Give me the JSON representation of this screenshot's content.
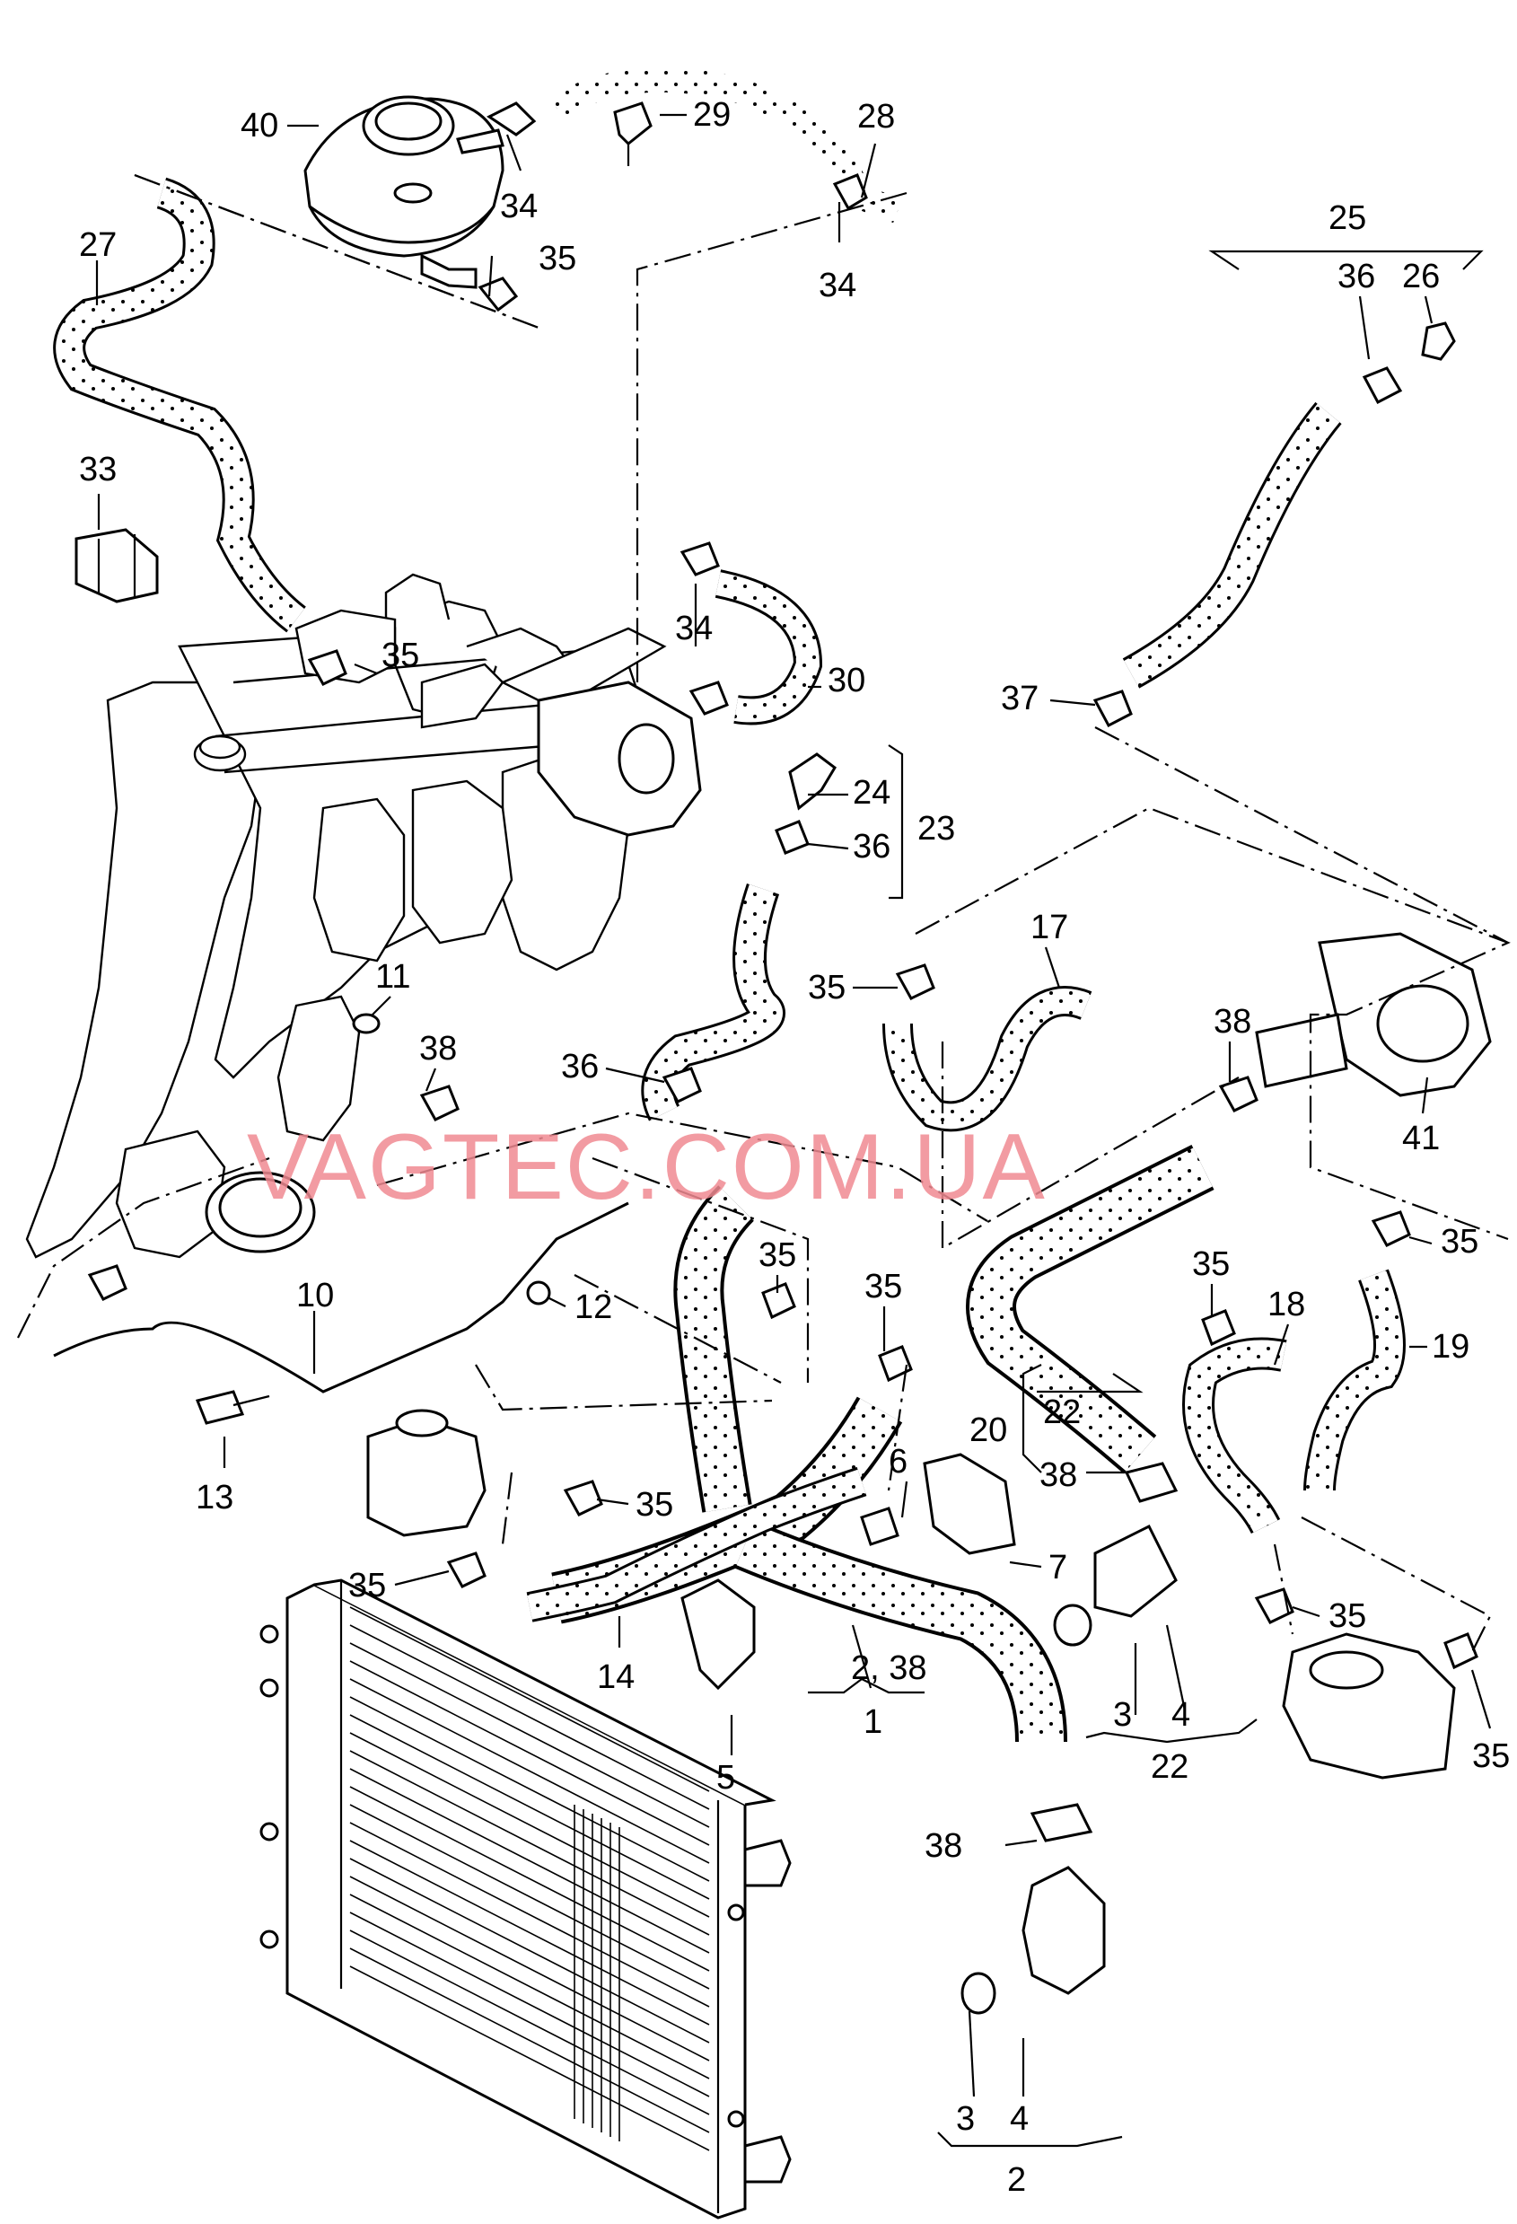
{
  "watermark": "VAGTEC.COM.UA",
  "callouts": [
    {
      "id": "c40",
      "text": "40"
    },
    {
      "id": "c29",
      "text": "29"
    },
    {
      "id": "c28",
      "text": "28"
    },
    {
      "id": "c34a",
      "text": "34"
    },
    {
      "id": "c34b",
      "text": "34"
    },
    {
      "id": "c35a",
      "text": "35"
    },
    {
      "id": "c27",
      "text": "27"
    },
    {
      "id": "c25",
      "text": "25"
    },
    {
      "id": "c36a",
      "text": "36"
    },
    {
      "id": "c26",
      "text": "26"
    },
    {
      "id": "c33",
      "text": "33"
    },
    {
      "id": "c34c",
      "text": "34"
    },
    {
      "id": "c35b",
      "text": "35"
    },
    {
      "id": "c30",
      "text": "30"
    },
    {
      "id": "c37",
      "text": "37"
    },
    {
      "id": "c24",
      "text": "24"
    },
    {
      "id": "c23",
      "text": "23"
    },
    {
      "id": "c36b",
      "text": "36"
    },
    {
      "id": "c17",
      "text": "17"
    },
    {
      "id": "c35c",
      "text": "35"
    },
    {
      "id": "c11",
      "text": "11"
    },
    {
      "id": "c38a",
      "text": "38"
    },
    {
      "id": "c36c",
      "text": "36"
    },
    {
      "id": "c38b",
      "text": "38"
    },
    {
      "id": "c41",
      "text": "41"
    },
    {
      "id": "c35d",
      "text": "35"
    },
    {
      "id": "c10",
      "text": "10"
    },
    {
      "id": "c12",
      "text": "12"
    },
    {
      "id": "c35e",
      "text": "35"
    },
    {
      "id": "c35f",
      "text": "35"
    },
    {
      "id": "c35g",
      "text": "35"
    },
    {
      "id": "c18",
      "text": "18"
    },
    {
      "id": "c19",
      "text": "19"
    },
    {
      "id": "c22a",
      "text": "22"
    },
    {
      "id": "c20",
      "text": "20"
    },
    {
      "id": "c38c",
      "text": "38"
    },
    {
      "id": "c13",
      "text": "13"
    },
    {
      "id": "c35h",
      "text": "35"
    },
    {
      "id": "c6",
      "text": "6"
    },
    {
      "id": "c7",
      "text": "7"
    },
    {
      "id": "c35i",
      "text": "35"
    },
    {
      "id": "c35j",
      "text": "35"
    },
    {
      "id": "c14",
      "text": "14"
    },
    {
      "id": "c238",
      "text": "2, 38"
    },
    {
      "id": "c1",
      "text": "1"
    },
    {
      "id": "c5",
      "text": "5"
    },
    {
      "id": "c3a",
      "text": "3"
    },
    {
      "id": "c4a",
      "text": "4"
    },
    {
      "id": "c22b",
      "text": "22"
    },
    {
      "id": "c35k",
      "text": "35"
    },
    {
      "id": "c38d",
      "text": "38"
    },
    {
      "id": "c3b",
      "text": "3"
    },
    {
      "id": "c4b",
      "text": "4"
    },
    {
      "id": "c2",
      "text": "2"
    }
  ]
}
